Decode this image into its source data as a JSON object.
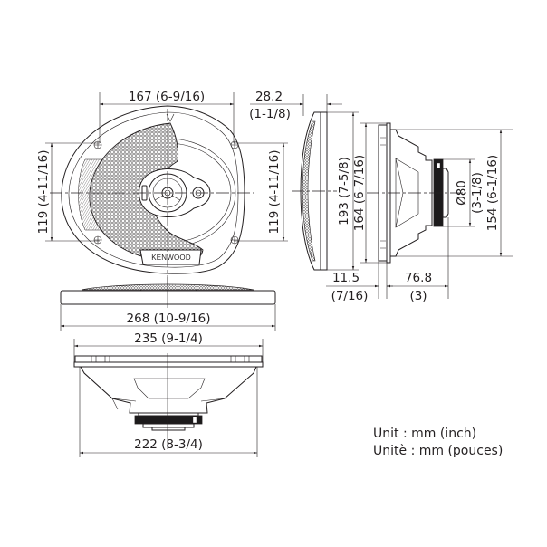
{
  "diagram": {
    "subject": "KENWOOD 6x9 coaxial speaker dimension drawing",
    "brand_label": "KENWOOD",
    "views": {
      "front": {
        "dim_width_top": {
          "label": "167 (6-9/16)",
          "mm": 167,
          "inch": "6-9/16"
        },
        "dim_height_left": {
          "label": "119 (4-11/16)",
          "mm": 119,
          "inch": "4-11/16"
        },
        "dim_height_right": {
          "label": "119 (4-11/16)",
          "mm": 119,
          "inch": "4-11/16"
        }
      },
      "top": {
        "dim_overall_width": {
          "label": "268 (10-9/16)",
          "mm": 268,
          "inch": "10-9/16"
        }
      },
      "grille_side": {
        "dim_depth_top_mm": "28.2",
        "dim_depth_top_inch": "(1-1/8)",
        "dim_height": {
          "label": "193 (7-5/8)",
          "mm": 193,
          "inch": "7-5/8"
        }
      },
      "side": {
        "dim_height_outer": {
          "label": "164 (6-7/16)",
          "mm": 164,
          "inch": "6-7/16"
        },
        "dim_magnet_dia": {
          "label": "Ø80",
          "inch_label": "(3-1/8)",
          "mm": 80,
          "inch": "3-1/8"
        },
        "dim_height_basket": {
          "label": "154 (6-1/16)",
          "mm": 154,
          "inch": "6-1/16"
        },
        "dim_flange_mm": "11.5",
        "dim_flange_inch": "(7/16)",
        "dim_mount_depth_mm": "76.8",
        "dim_mount_depth_inch": "(3)"
      },
      "bottom": {
        "dim_flange_width": {
          "label": "235 (9-1/4)",
          "mm": 235,
          "inch": "9-1/4"
        },
        "dim_basket_width": {
          "label": "222 (8-3/4)",
          "mm": 222,
          "inch": "8-3/4"
        }
      }
    },
    "units": {
      "english": "Unit : mm (inch)",
      "french": "Unitè : mm (pouces)"
    }
  }
}
